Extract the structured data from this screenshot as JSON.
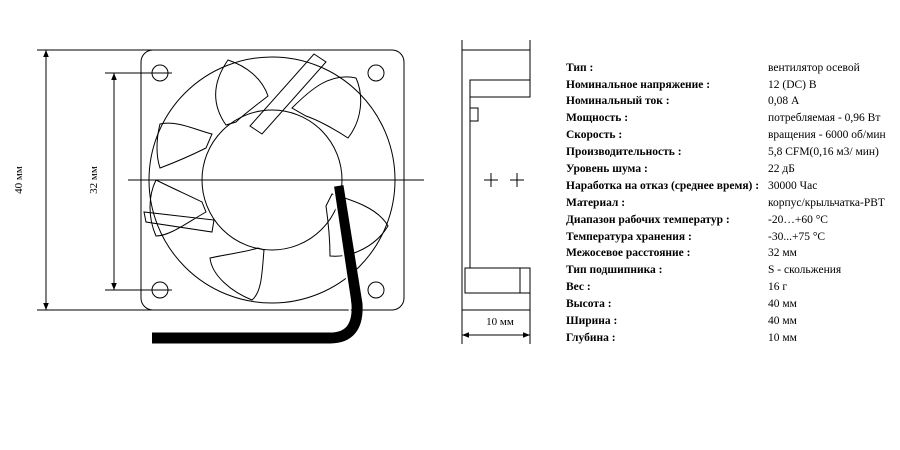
{
  "front_view": {
    "dim_height_label": "40 мм",
    "dim_hole_spacing_label": "32 мм"
  },
  "side_view": {
    "dim_depth_label": "10 мм"
  },
  "specs": [
    {
      "key": "Тип :",
      "value": "вентилятор осевой"
    },
    {
      "key": "Номинальное напряжение :",
      "value": "12 (DC) В"
    },
    {
      "key": "Номинальный ток :",
      "value": "0,08 А"
    },
    {
      "key": "Мощность :",
      "value": "потребляемая - 0,96 Вт"
    },
    {
      "key": "Скорость :",
      "value": "вращения - 6000 об/мин"
    },
    {
      "key": "Производительность :",
      "value": "5,8 CFM(0,16 м3/ мин)"
    },
    {
      "key": "Уровень шума :",
      "value": "22 дБ"
    },
    {
      "key": "Наработка на отказ (среднее время) :",
      "value": "30000 Час"
    },
    {
      "key": "Материал :",
      "value": "корпус/крыльчатка-PBT"
    },
    {
      "key": "Диапазон рабочих температур :",
      "value": "-20…+60 °C"
    },
    {
      "key": "Температура хранения :",
      "value": "-30...+75 °C"
    },
    {
      "key": "Межосевое расстояние :",
      "value": "32 мм"
    },
    {
      "key": "Тип подшипника :",
      "value": "S - скольжения"
    },
    {
      "key": "Вес :",
      "value": "16 г"
    },
    {
      "key": "Высота :",
      "value": "40 мм"
    },
    {
      "key": "Ширина :",
      "value": "40 мм"
    },
    {
      "key": "Глубина :",
      "value": "10 мм"
    }
  ]
}
